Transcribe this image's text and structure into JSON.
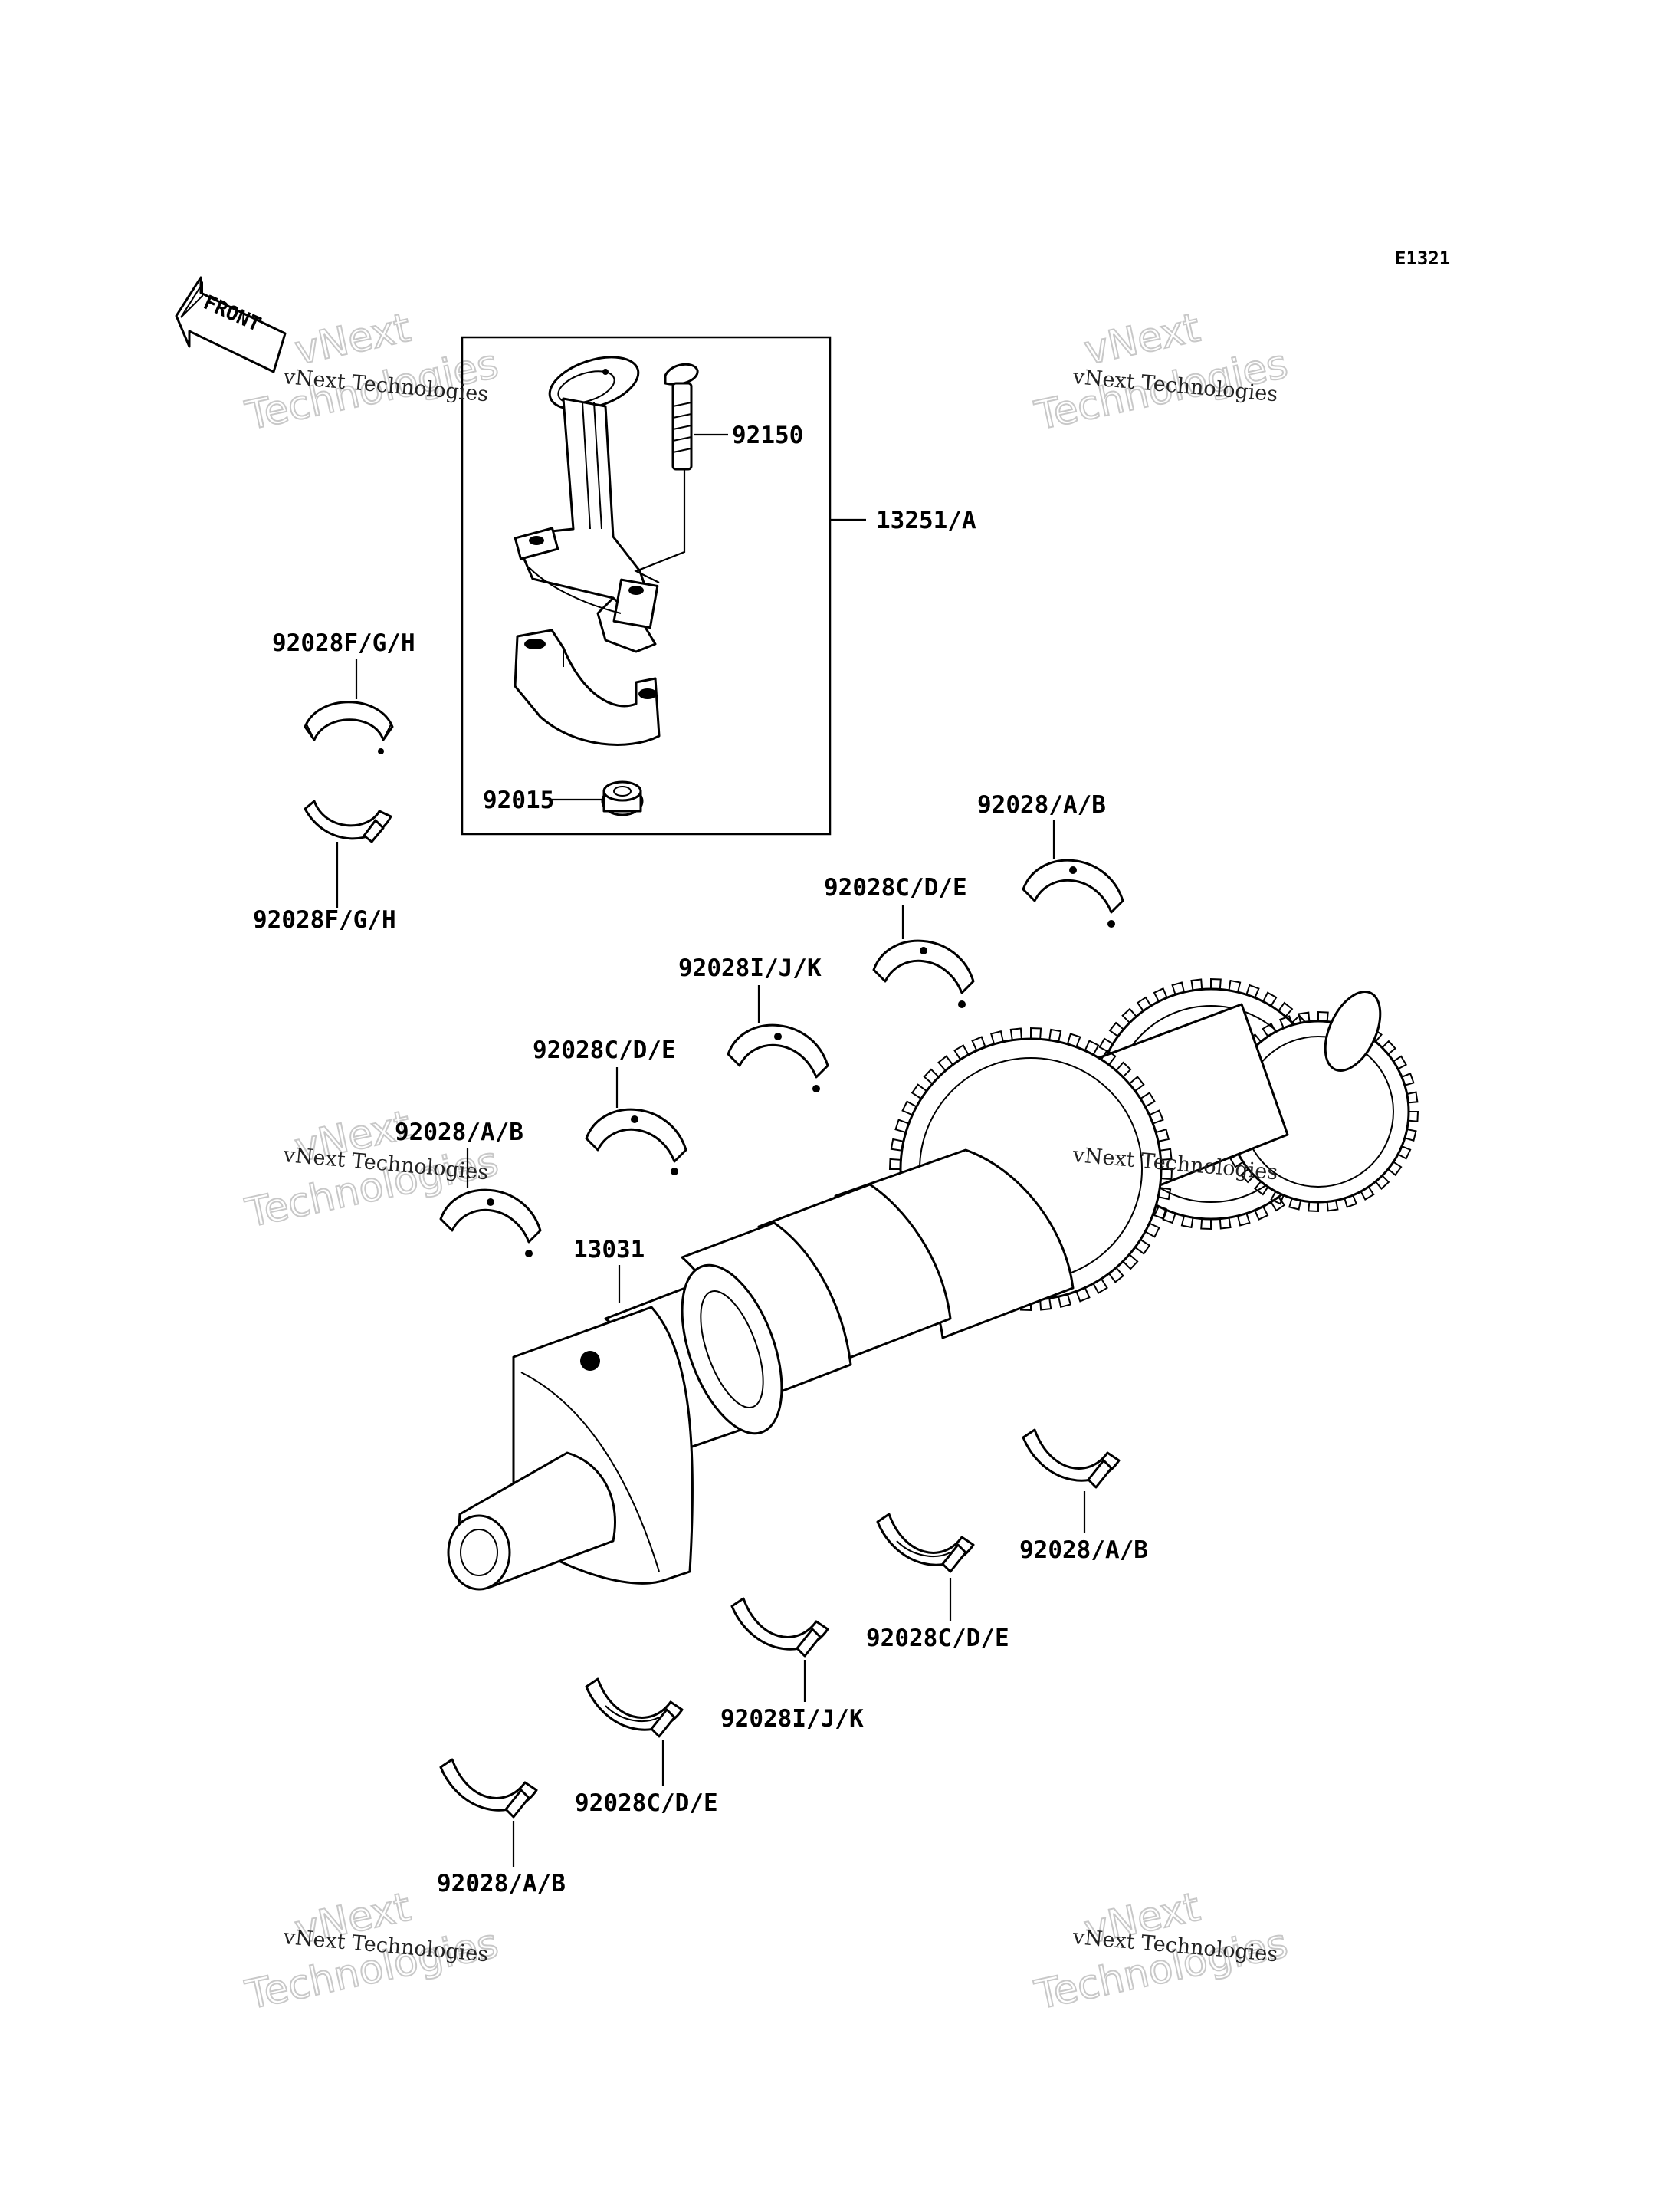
{
  "diagram_code": "E1321",
  "front_label": "FRONT",
  "watermark": {
    "small": "vNext Technologies",
    "big_top": "vNext",
    "big_bottom": "Technologies"
  },
  "labels": {
    "bolt": "92150",
    "conrod_assy": "13251/A",
    "nut": "92015",
    "conrod_bearing_upper": "92028F/G/H",
    "conrod_bearing_lower": "92028F/G/H",
    "crankshaft": "13031",
    "upper_bearing_1": "92028/A/B",
    "upper_bearing_2": "92028C/D/E",
    "upper_bearing_3": "92028I/J/K",
    "upper_bearing_4": "92028C/D/E",
    "upper_bearing_5": "92028/A/B",
    "lower_bearing_1": "92028/A/B",
    "lower_bearing_2": "92028C/D/E",
    "lower_bearing_3": "92028I/J/K",
    "lower_bearing_4": "92028C/D/E",
    "lower_bearing_5": "92028/A/B"
  }
}
